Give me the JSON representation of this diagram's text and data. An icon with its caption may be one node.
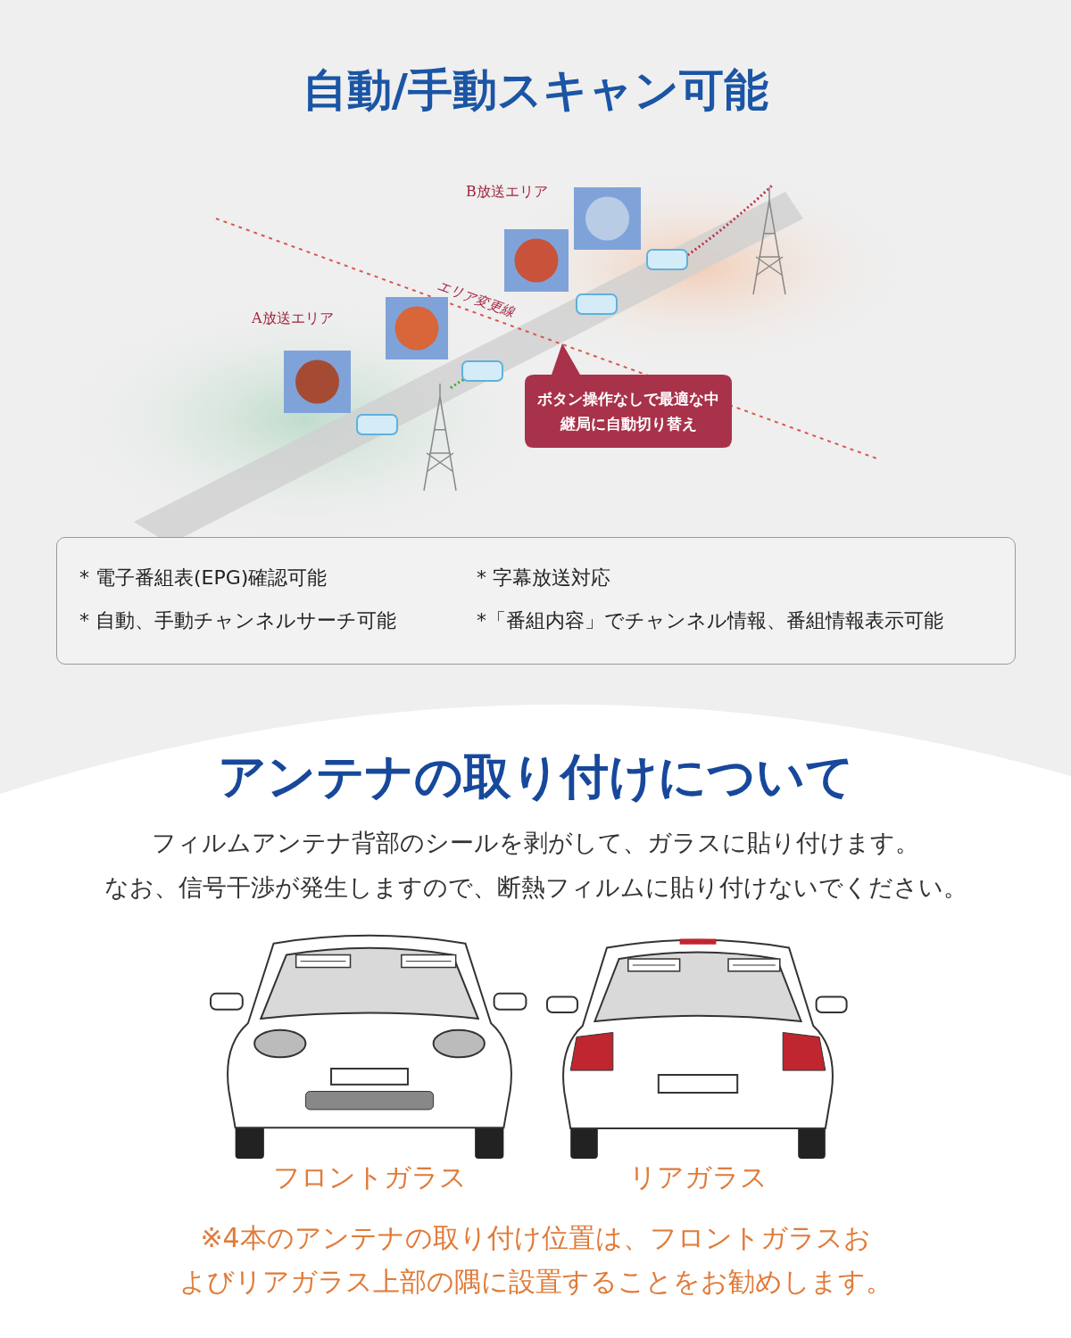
{
  "diagram": {
    "title": "自動/手動スキャン可能",
    "nodes": [
      {
        "text": [
          "ボタン操作なしで最適な中継局に自動切り替え"
        ]
      },
      {
        "text": [
          "* 電子番組表(EPG)確認可能",
          "* 字幕放送対応",
          "* 自動、手動チャンネルサーチ可能",
          "*「番組内容」でチャンネル情報、番組情報表示可能"
        ]
      },
      {
        "text": [],
        "shape": "picture",
        "beside": [
          "フロントガラス"
        ]
      },
      {
        "text": [],
        "shape": "picture",
        "beside": [
          "リアガラス"
        ]
      }
    ],
    "labels": [
      "B放送エリア",
      "エリア変更線",
      "A放送エリア",
      "アンテナの取り付けについて",
      "フィルムアンテナ背部のシールを剥がして、ガラスに貼り付けます。",
      "なお、信号干渉が発生しますので、断熱フィルムに貼り付けないでください。",
      "※4本のアンテナの取り付け位置は、フロントガラスお",
      "よびリアガラス上部の隅に設置することをお勧めします。"
    ]
  }
}
